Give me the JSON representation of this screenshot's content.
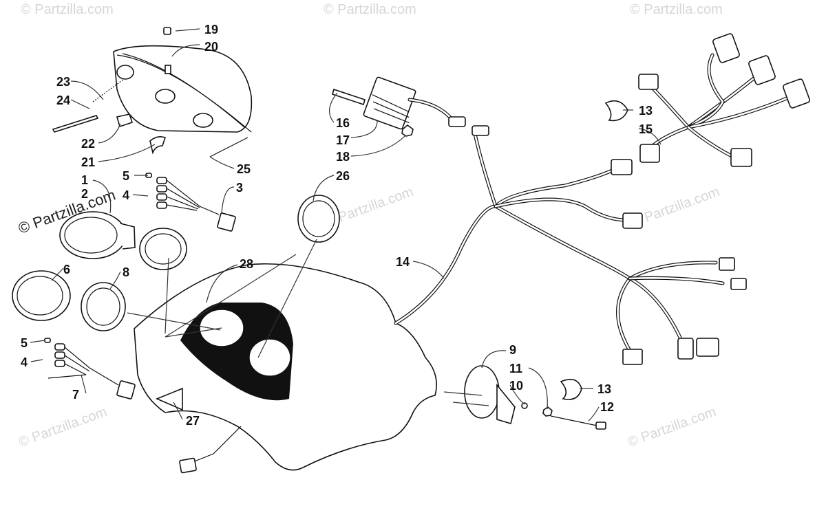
{
  "watermark": {
    "copyright_text": "© Partzilla.com",
    "ghost_text": "© Partzilla.com"
  },
  "callouts": [
    {
      "id": "p19",
      "number": "19"
    },
    {
      "id": "p20",
      "number": "20"
    },
    {
      "id": "p23",
      "number": "23"
    },
    {
      "id": "p24",
      "number": "24"
    },
    {
      "id": "p22",
      "number": "22"
    },
    {
      "id": "p21",
      "number": "21"
    },
    {
      "id": "p25",
      "number": "25"
    },
    {
      "id": "p5a",
      "number": "5"
    },
    {
      "id": "p1",
      "number": "1"
    },
    {
      "id": "p2",
      "number": "2"
    },
    {
      "id": "p4a",
      "number": "4"
    },
    {
      "id": "p3",
      "number": "3"
    },
    {
      "id": "p16",
      "number": "16"
    },
    {
      "id": "p17",
      "number": "17"
    },
    {
      "id": "p18",
      "number": "18"
    },
    {
      "id": "p26",
      "number": "26"
    },
    {
      "id": "p13a",
      "number": "13"
    },
    {
      "id": "p15",
      "number": "15"
    },
    {
      "id": "p28",
      "number": "28"
    },
    {
      "id": "p14",
      "number": "14"
    },
    {
      "id": "p6",
      "number": "6"
    },
    {
      "id": "p8",
      "number": "8"
    },
    {
      "id": "p5b",
      "number": "5"
    },
    {
      "id": "p4b",
      "number": "4"
    },
    {
      "id": "p7",
      "number": "7"
    },
    {
      "id": "p27",
      "number": "27"
    },
    {
      "id": "p9",
      "number": "9"
    },
    {
      "id": "p11",
      "number": "11"
    },
    {
      "id": "p10",
      "number": "10"
    },
    {
      "id": "p13b",
      "number": "13"
    },
    {
      "id": "p12",
      "number": "12"
    }
  ],
  "colors": {
    "ink": "#111111",
    "background": "#ffffff",
    "watermark": "#d6d6d6"
  }
}
